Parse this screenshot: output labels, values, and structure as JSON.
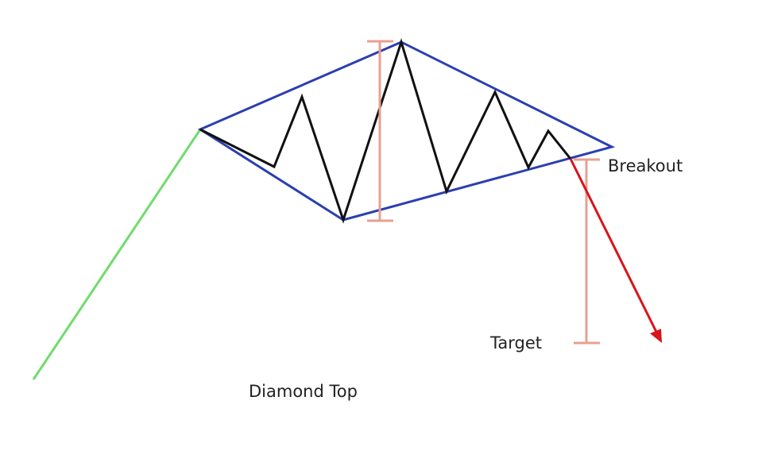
{
  "title": "Diamond Top",
  "labels": {
    "breakout": "Breakout",
    "target": "Target"
  },
  "colors": {
    "uptrend": "#6fdc6f",
    "diamond": "#2b3fb0",
    "price": "#111111",
    "measure": "#e8a090",
    "breakdown": "#d8141c"
  }
}
